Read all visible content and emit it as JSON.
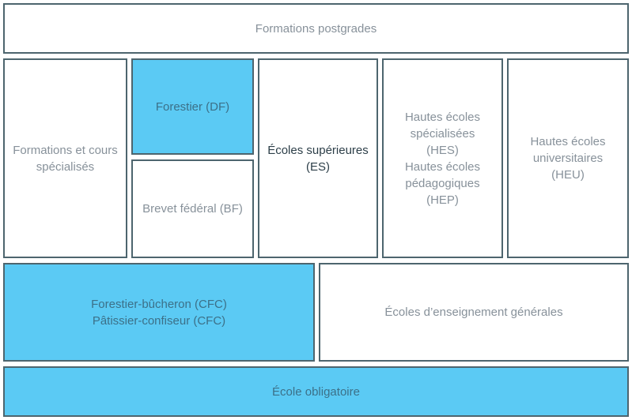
{
  "diagram": {
    "boxes": {
      "postgrades": {
        "label": "Formations postgrades",
        "highlighted": false
      },
      "formations_cours_specialises": {
        "label": "Formations et cours\nspécialisés",
        "highlighted": false
      },
      "forestier_df": {
        "label": "Forestier (DF)",
        "highlighted": true
      },
      "brevet_federal_bf": {
        "label": "Brevet fédéral (BF)",
        "highlighted": false
      },
      "ecoles_superieures_es": {
        "label": "Écoles supérieures\n(ES)",
        "highlighted": false,
        "emphasized": true
      },
      "hautes_ecoles_hes_hep": {
        "label": "Hautes écoles\nspécialisées\n(HES)\nHautes écoles\npédagogiques\n(HEP)",
        "highlighted": false
      },
      "hautes_ecoles_heu": {
        "label": "Hautes écoles\nuniversitaires\n(HEU)",
        "highlighted": false
      },
      "forestier_bucheron_cfc": {
        "label": "Forestier-bûcheron (CFC)\nPâtissier-confiseur (CFC)",
        "highlighted": true
      },
      "ecoles_enseignement_generales": {
        "label": "Écoles d’enseignement générales",
        "highlighted": false
      },
      "ecole_obligatoire": {
        "label": "École obligatoire",
        "highlighted": true
      }
    }
  },
  "colors": {
    "border": "#4d656e",
    "highlight_fill": "#5bcaf4",
    "box_fill": "#ffffff",
    "text_gray": "#87919a",
    "text_dark": "#2c3e48",
    "text_on_highlight": "#3c7088"
  }
}
